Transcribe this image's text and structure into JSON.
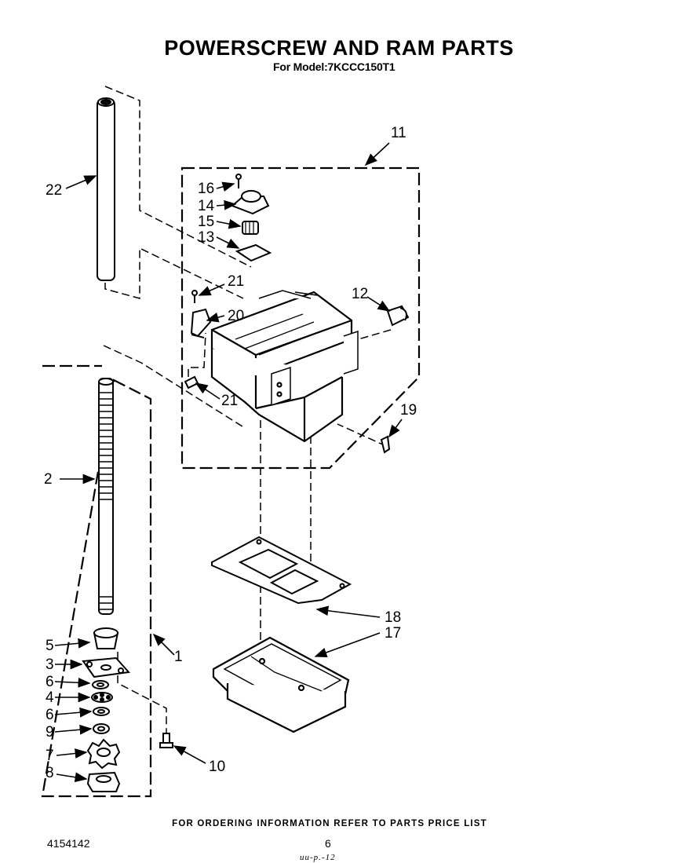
{
  "header": {
    "title": "POWERSCREW AND RAM PARTS",
    "model_line": "For Model:7KCCC150T1"
  },
  "callouts": {
    "c1": "1",
    "c2": "2",
    "c3": "3",
    "c4": "4",
    "c5": "5",
    "c6a": "6",
    "c6b": "6",
    "c7": "7",
    "c8": "8",
    "c9": "9",
    "c10": "10",
    "c11": "11",
    "c12": "12",
    "c13": "13",
    "c14": "14",
    "c15": "15",
    "c16": "16",
    "c17": "17",
    "c18": "18",
    "c19": "19",
    "c20": "20",
    "c21a": "21",
    "c21b": "21",
    "c22": "22"
  },
  "footer": {
    "ordering_note": "FOR ORDERING INFORMATION REFER TO PARTS PRICE LIST",
    "doc_number": "4154142",
    "page_number": "6",
    "hand_mark": "uu-p.-12"
  }
}
